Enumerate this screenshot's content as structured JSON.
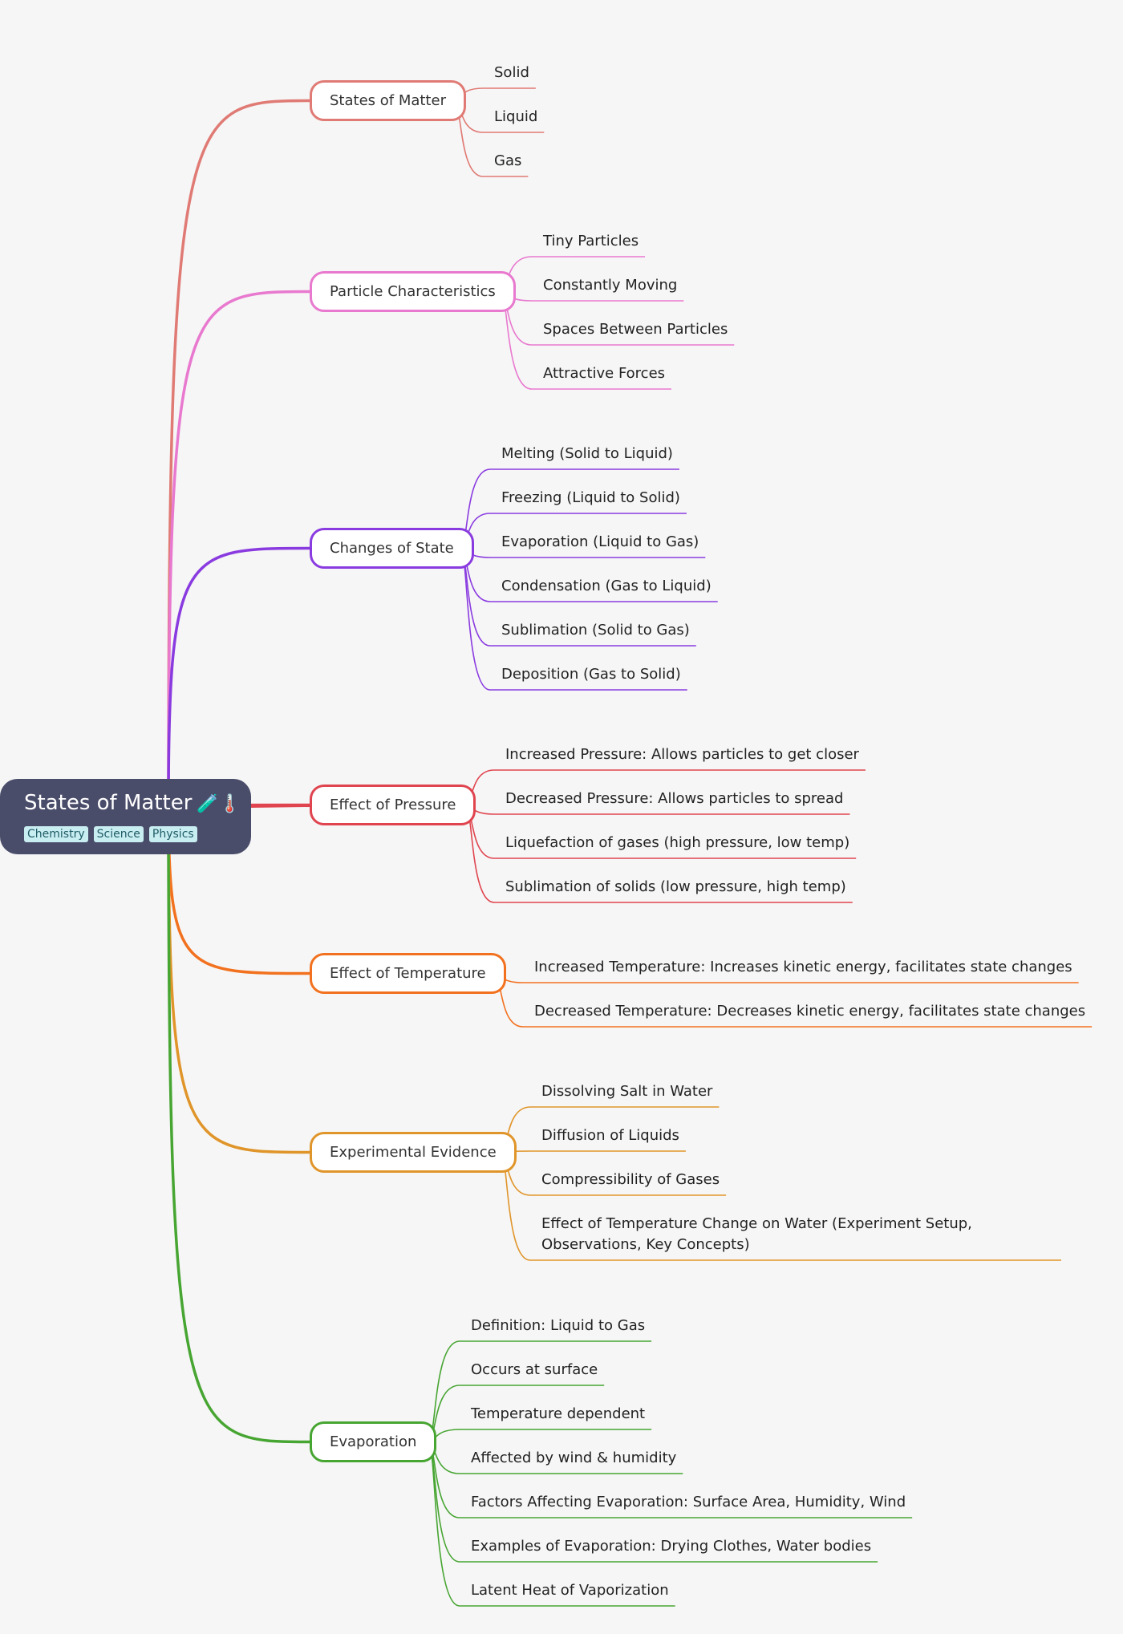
{
  "root": {
    "title": "States of Matter",
    "emoji": "🧪🌡️",
    "tags": [
      "Chemistry",
      "Science",
      "Physics"
    ]
  },
  "branches": [
    {
      "label": "States of Matter",
      "color": "#e07a74",
      "children": [
        "Solid",
        "Liquid",
        "Gas"
      ]
    },
    {
      "label": "Particle Characteristics",
      "color": "#e879cf",
      "children": [
        "Tiny Particles",
        "Constantly Moving",
        "Spaces Between Particles",
        "Attractive Forces"
      ]
    },
    {
      "label": "Changes of State",
      "color": "#8a3be0",
      "children": [
        "Melting (Solid to Liquid)",
        "Freezing (Liquid to Solid)",
        "Evaporation (Liquid to Gas)",
        "Condensation (Gas to Liquid)",
        "Sublimation (Solid to Gas)",
        "Deposition (Gas to Solid)"
      ]
    },
    {
      "label": "Effect of Pressure",
      "color": "#e0454f",
      "children": [
        "Increased Pressure: Allows particles to get closer",
        "Decreased Pressure: Allows particles to spread",
        "Liquefaction of gases (high pressure, low temp)",
        "Sublimation of solids (low pressure, high temp)"
      ]
    },
    {
      "label": "Effect of Temperature",
      "color": "#f2711e",
      "children": [
        "Increased Temperature: Increases kinetic energy, facilitates state changes",
        "Decreased Temperature: Decreases kinetic energy, facilitates state changes"
      ]
    },
    {
      "label": "Experimental Evidence",
      "color": "#e0952a",
      "children": [
        "Dissolving Salt in Water",
        "Diffusion of Liquids",
        "Compressibility of Gases",
        "Effect of Temperature Change on Water (Experiment Setup, Observations, Key Concepts)"
      ]
    },
    {
      "label": "Evaporation",
      "color": "#47a532",
      "children": [
        "Definition: Liquid to Gas",
        "Occurs at surface",
        "Temperature dependent",
        "Affected by wind & humidity",
        "Factors Affecting Evaporation: Surface Area, Humidity, Wind",
        "Examples of Evaporation: Drying Clothes, Water bodies",
        "Latent Heat of Vaporization"
      ]
    }
  ]
}
